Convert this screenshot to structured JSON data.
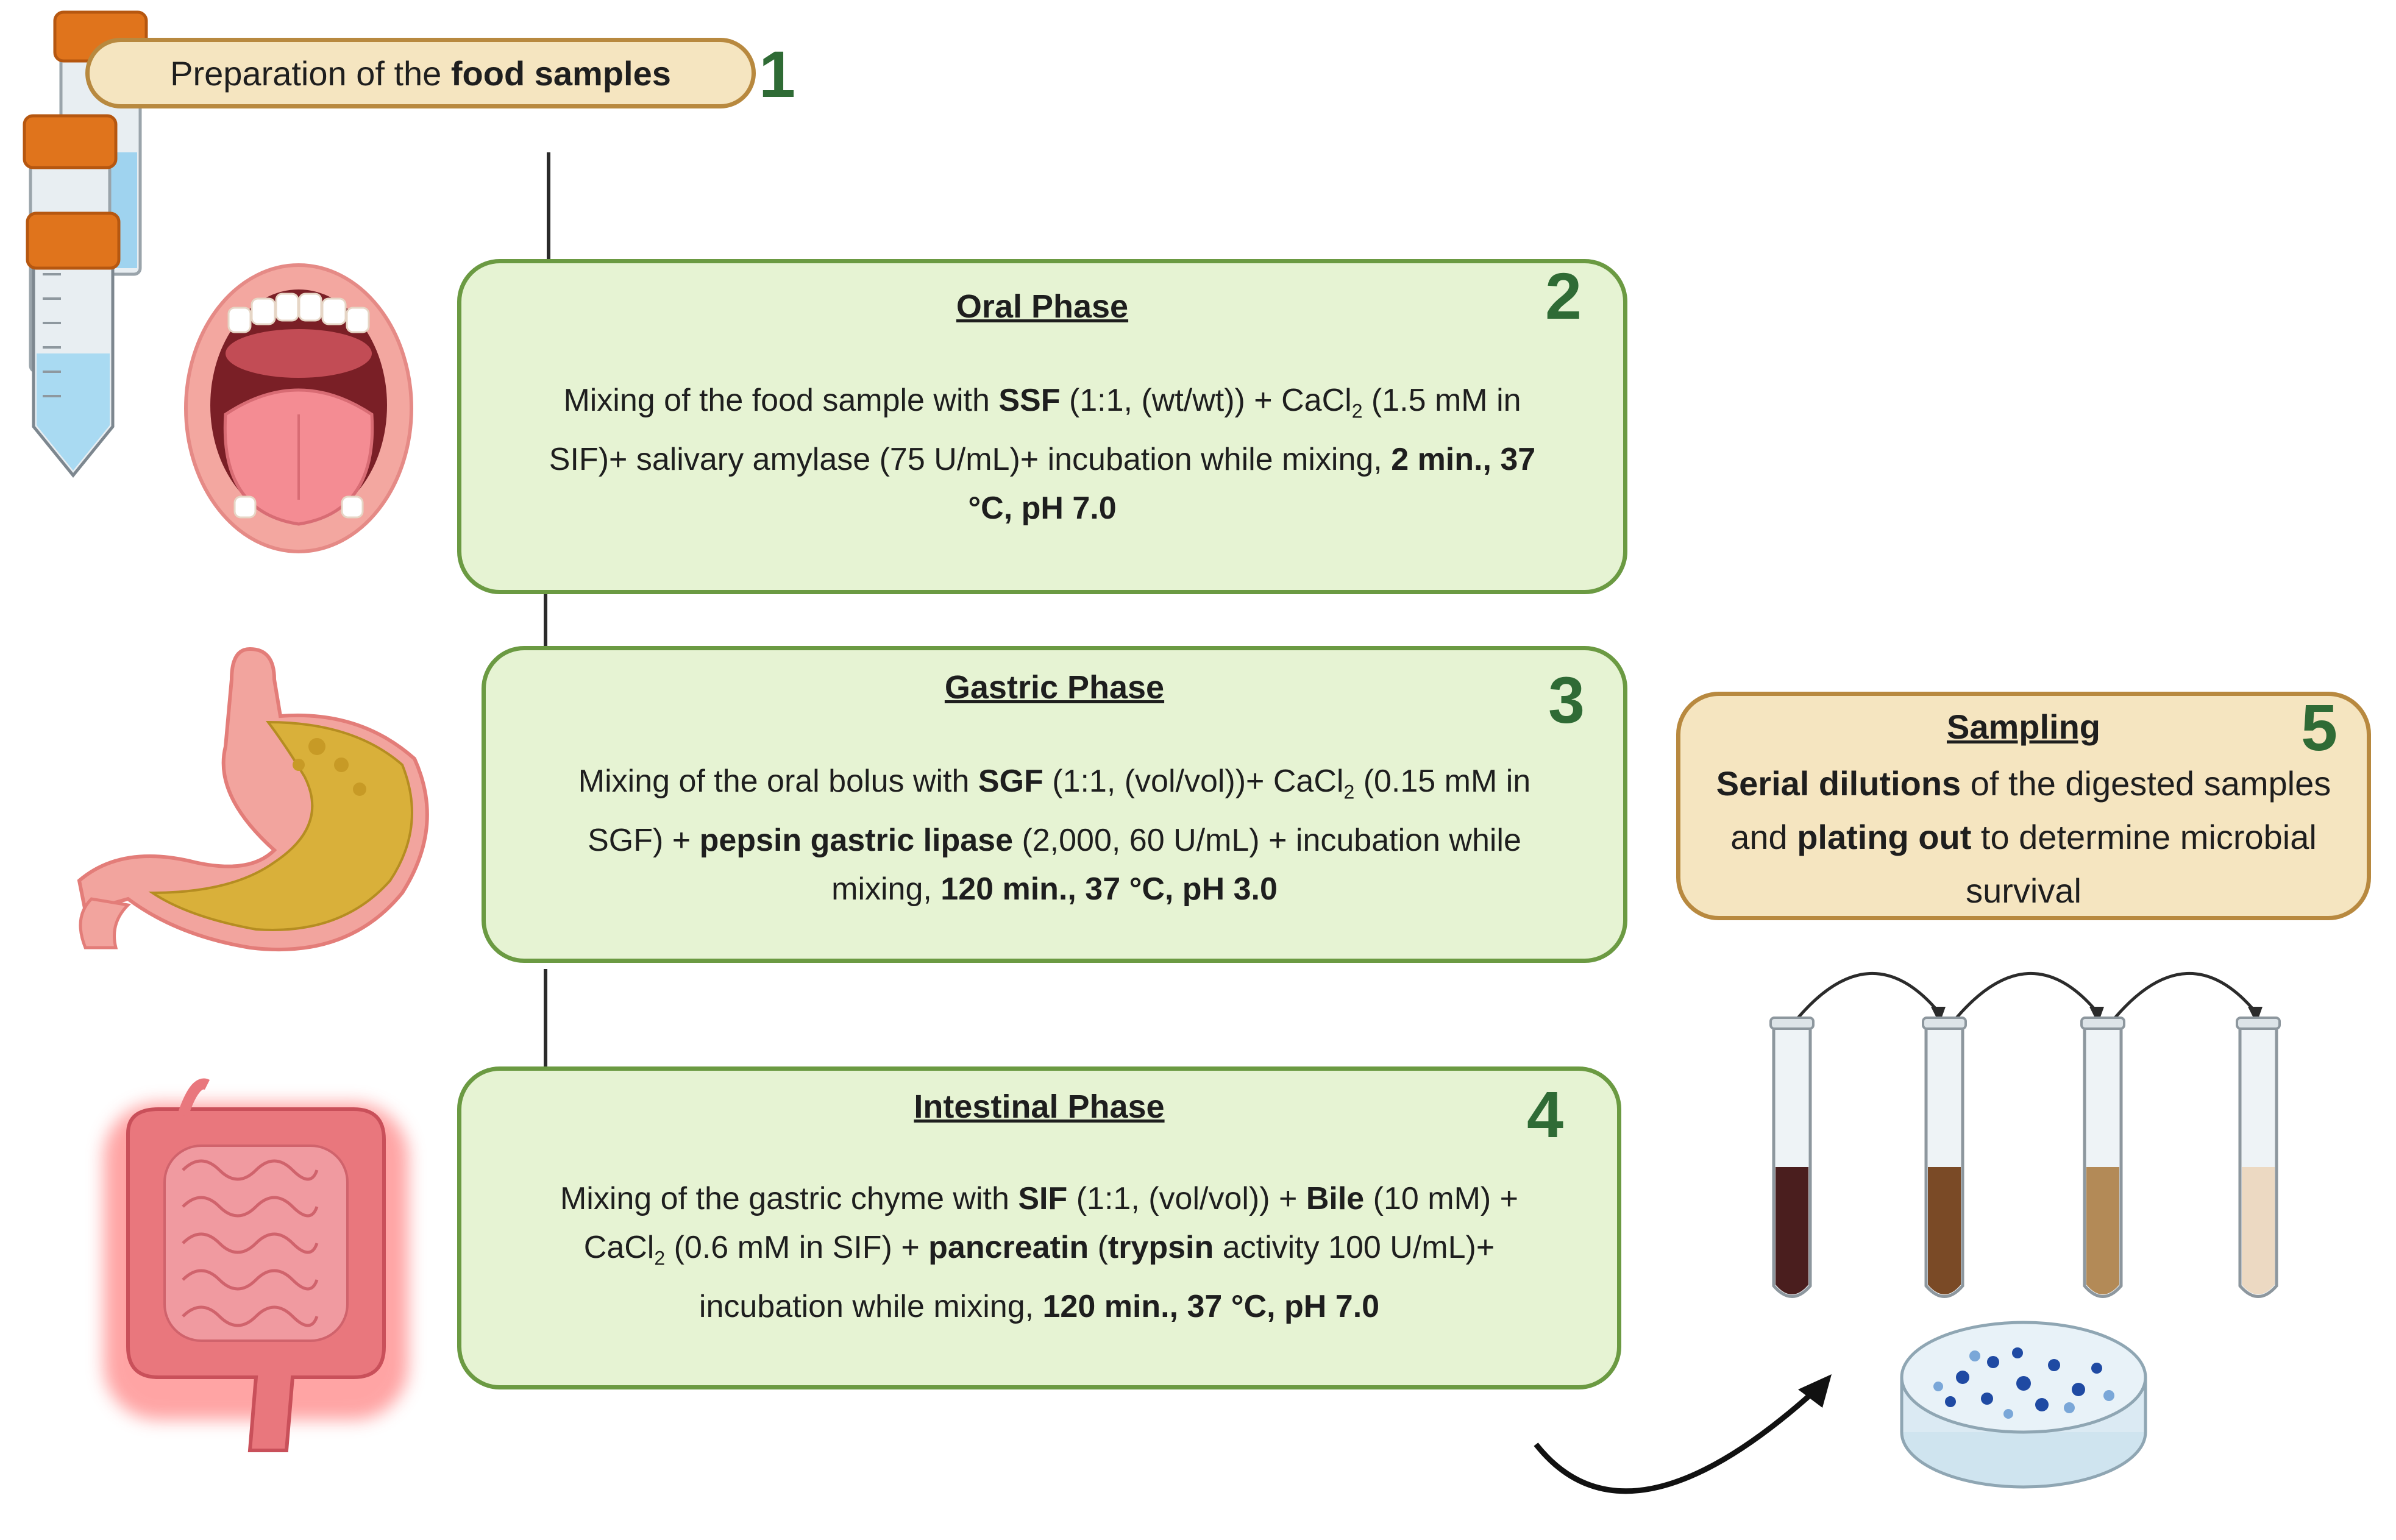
{
  "step1": {
    "number": "1",
    "text_prefix": "Preparation of the ",
    "text_bold": "food samples"
  },
  "step2": {
    "number": "2",
    "title": "Oral Phase",
    "d1": "Mixing of the food sample with ",
    "d2": "SSF",
    "d3": " (1:1, (wt/wt)) + CaCl",
    "d4": "2",
    "d5": " (1.5 mM in SIF)+ salivary amylase (75 U/mL)+ incubation while mixing, ",
    "d6": "2 min., 37 °C, pH 7.0"
  },
  "step3": {
    "number": "3",
    "title": "Gastric Phase",
    "d1": "Mixing of the oral bolus with ",
    "d2": "SGF",
    "d3": " (1:1, (vol/vol))+ CaCl",
    "d4": "2",
    "d5": " (0.15 mM in SGF) + ",
    "d6": "pepsin gastric lipase",
    "d7": " (2,000, 60 U/mL) + incubation while mixing, ",
    "d8": "120 min., 37 °C, pH 3.0"
  },
  "step4": {
    "number": "4",
    "title": "Intestinal Phase",
    "d1": "Mixing of the gastric chyme with ",
    "d2": "SIF",
    "d3": " (1:1, (vol/vol)) + ",
    "d4": "Bile",
    "d5": " (10 mM) + CaCl",
    "d6": "2",
    "d7": " (0.6 mM in SIF) + ",
    "d8": "pancreatin",
    "d9": " (",
    "d10": "trypsin",
    "d11": " activity 100 U/mL)+ incubation while mixing, ",
    "d12": "120 min., 37 °C, pH 7.0"
  },
  "step5": {
    "number": "5",
    "title": "Sampling",
    "d1": "Serial dilutions",
    "d2": " of the digested samples and ",
    "d3": "plating out",
    "d4": " to determine microbial survival"
  },
  "colors": {
    "phase_fill": "#e6f3d3",
    "phase_border": "#6b9a42",
    "step_number": "#2f6b35",
    "tan_fill": "#f5e5c0",
    "tan_border": "#b8893f",
    "dilution_tubes": [
      "#4a1e1e",
      "#7a4a26",
      "#b38a57",
      "#ecd9c2"
    ]
  },
  "icons": [
    "centrifuge-tubes-icon",
    "open-mouth-icon",
    "stomach-icon",
    "intestines-icon",
    "test-tube-icon",
    "petri-dish-icon",
    "curved-arrow-icon"
  ]
}
